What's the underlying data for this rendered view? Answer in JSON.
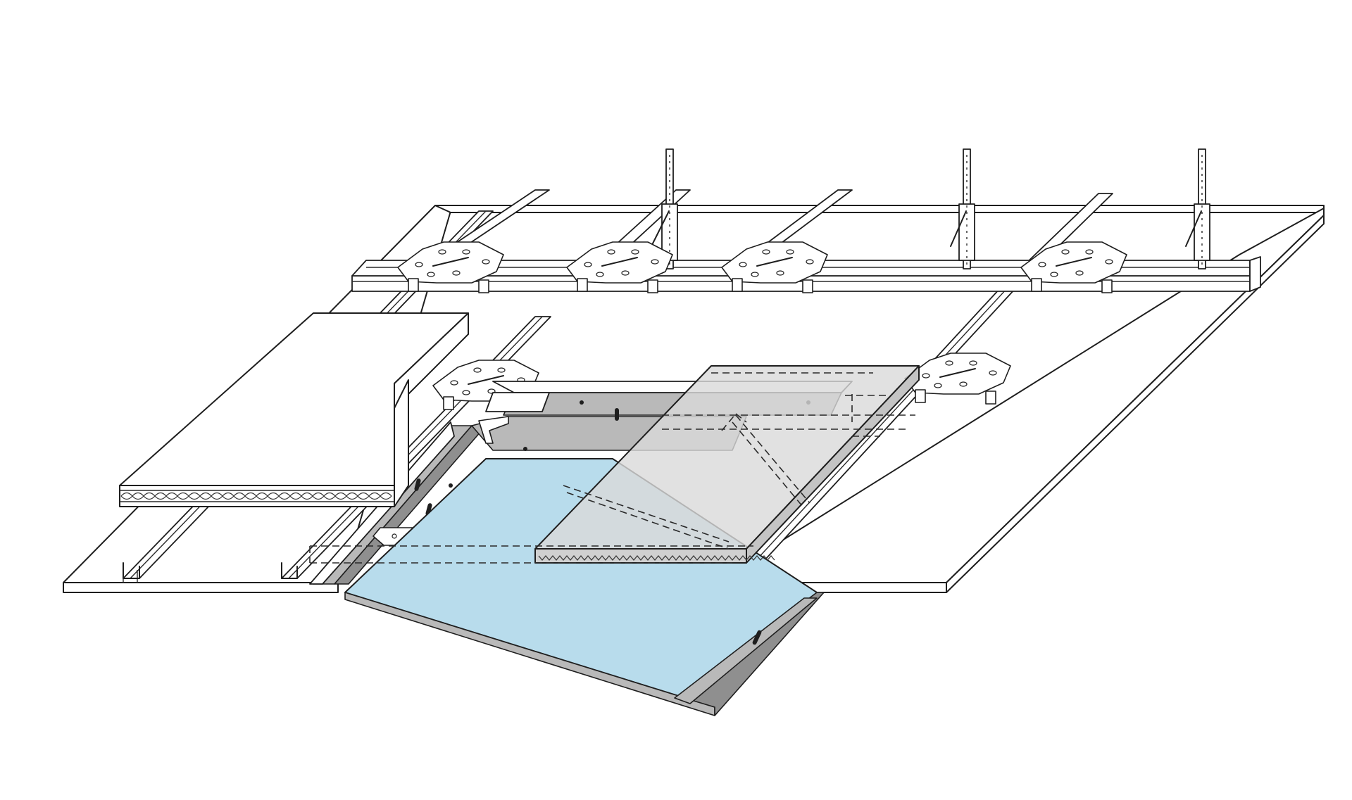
{
  "diagram": {
    "kind": "isometric-ceiling-assembly",
    "colors": {
      "background": "#ffffff",
      "line": "#1e1e1e",
      "access_panel": "#b8dcec",
      "metal_frame": "#b9b9b9",
      "insulation_tile": "#dadada"
    },
    "components": [
      "plasterboard-ceiling",
      "ceiling-channels",
      "cross-connectors",
      "hanger-rods",
      "mineral-wool-slab",
      "access-panel-frame",
      "access-panel-door",
      "insulation-tile"
    ]
  }
}
